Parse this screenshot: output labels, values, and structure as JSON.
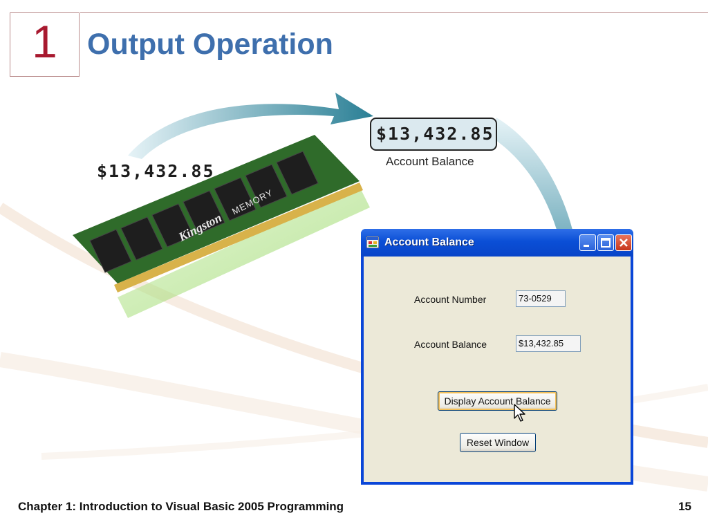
{
  "slide": {
    "chapter_number": "1",
    "title": "Output Operation"
  },
  "illustration": {
    "memory_value": "$13,432.85",
    "display_value": "$13,432.85",
    "display_caption": "Account Balance",
    "ram_brand": "Kingston",
    "ram_brand_suffix": "MEMORY"
  },
  "window": {
    "title": "Account Balance",
    "account_number_label": "Account Number",
    "account_number_value": "73-0529",
    "account_balance_label": "Account Balance",
    "account_balance_value": "$13,432.85",
    "display_button_label": "Display Account Balance",
    "reset_button_label": "Reset Window"
  },
  "footer": {
    "chapter_text": "Chapter 1: Introduction to Visual Basic 2005 Programming",
    "page_number": "15"
  },
  "colors": {
    "title_blue": "#3e6fad",
    "chapter_red": "#a8192f",
    "window_blue": "#0a46d8",
    "arrow_teal": "#2a7f95"
  },
  "icons": [
    "app-icon",
    "minimize-icon",
    "maximize-icon",
    "close-icon",
    "mouse-cursor-icon",
    "curved-arrow-icon"
  ]
}
